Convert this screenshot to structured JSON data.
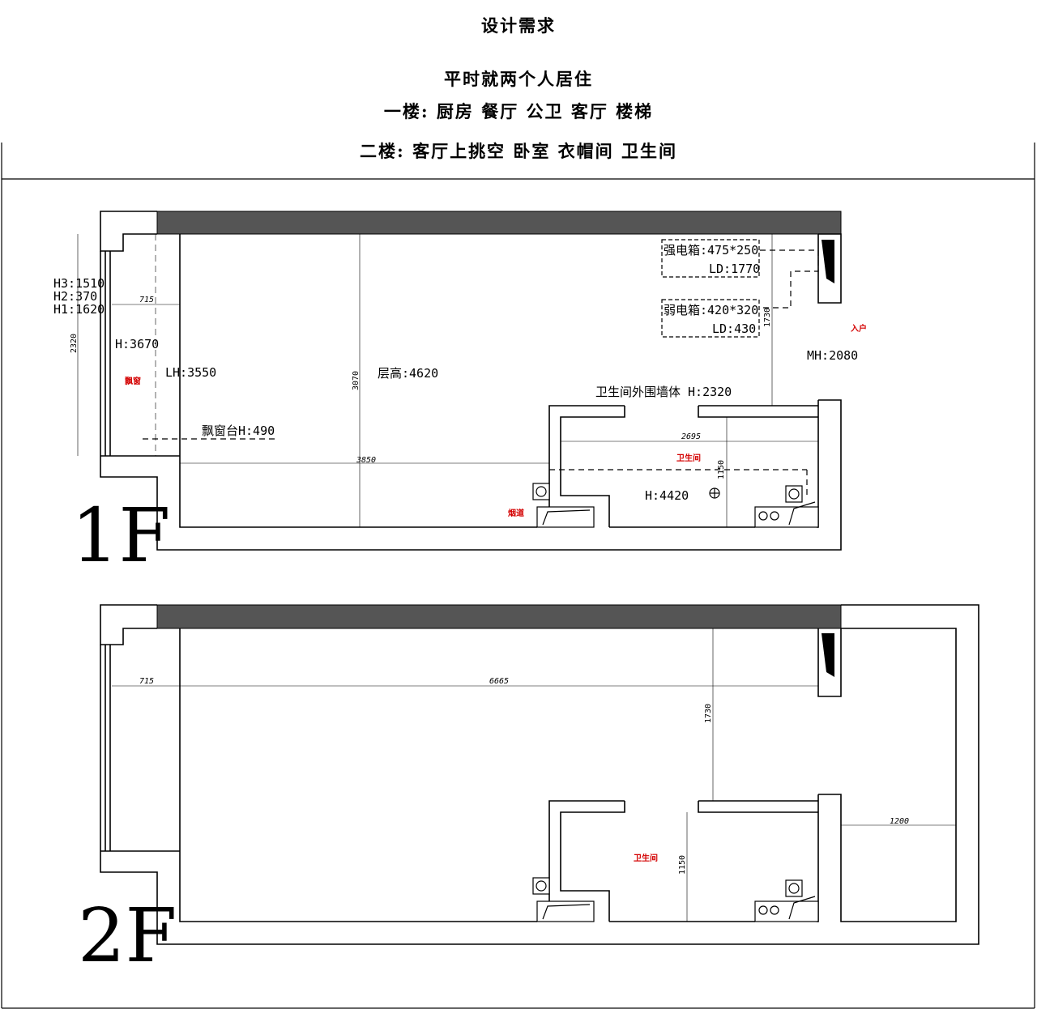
{
  "header": {
    "title": "设计需求",
    "line1": "平时就两个人居住",
    "line2": "一楼: 厨房 餐厅 公卫 客厅 楼梯",
    "line3": "二楼: 客厅上挑空 卧室 衣帽间 卫生间"
  },
  "plan_1f": {
    "floor_label": "1F",
    "h3": "H3:1510",
    "h2": "H2:370",
    "h1": "H1:1620",
    "dim_715": "715",
    "dim_2320": "2320",
    "h_3670": "H:3670",
    "lh_3550": "LH:3550",
    "bay_window": "飘窗",
    "dim_3070": "3070",
    "ceiling_height": "层高:4620",
    "bay_sill": "飘窗台H:490",
    "dim_3850": "3850",
    "strong_box": "强电箱:475*250",
    "strong_ld": "LD:1770",
    "weak_box": "弱电箱:420*320",
    "weak_ld": "LD:430",
    "dim_1730": "1730",
    "entry": "入户",
    "mh": "MH:2080",
    "bath_wall": "卫生间外围墙体 H:2320",
    "dim_2695": "2695",
    "bathroom": "卫生间",
    "dim_1150": "1150",
    "h_4420": "H:4420",
    "flue": "烟道"
  },
  "plan_2f": {
    "floor_label": "2F",
    "dim_715": "715",
    "dim_6665": "6665",
    "dim_1730": "1730",
    "dim_1200": "1200",
    "bathroom": "卫生间",
    "dim_1150": "1150"
  },
  "colors": {
    "wall_fill": "#555555",
    "line": "#000000",
    "annotation_red": "#d40000"
  }
}
